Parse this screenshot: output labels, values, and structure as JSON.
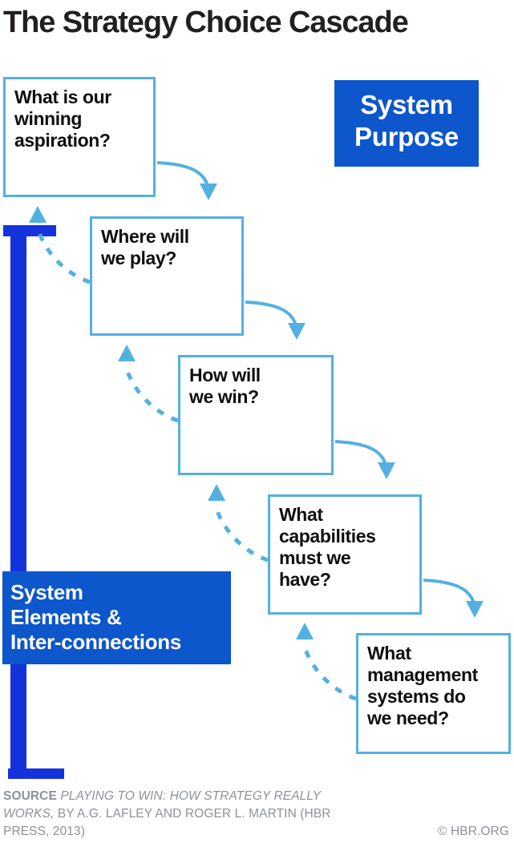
{
  "title": "The Strategy Choice Cascade",
  "colors": {
    "accent_blue": "#0d56cc",
    "light_blue": "#54b0e0",
    "text_dark": "#231f20",
    "footer_gray": "#8d9196",
    "white": "#ffffff"
  },
  "boxes": [
    {
      "id": "aspiration",
      "text": "What is our\nwinning\naspiration?"
    },
    {
      "id": "play",
      "text": "Where will\nwe play?"
    },
    {
      "id": "win",
      "text": "How will\nwe win?"
    },
    {
      "id": "capabilities",
      "text": "What\ncapabilities\nmust we\nhave?"
    },
    {
      "id": "systems",
      "text": "What\nmanagement\nsystems do\nwe need?"
    }
  ],
  "labels": {
    "system_purpose": "System\nPurpose",
    "system_elements": "System\nElements &\nInter-connections"
  },
  "footer": {
    "source_kicker": "SOURCE ",
    "source_title": "PLAYING TO WIN: HOW STRATEGY REALLY WORKS,",
    "source_rest": " BY A.G. LAFLEY AND ROGER L. MARTIN (HBR PRESS, 2013)",
    "credit": "© HBR.ORG"
  },
  "arrows": {
    "forward_count": 4,
    "feedback_count": 4,
    "forward_style": "solid-curved-down-right",
    "feedback_style": "dashed-curved-up-left"
  }
}
